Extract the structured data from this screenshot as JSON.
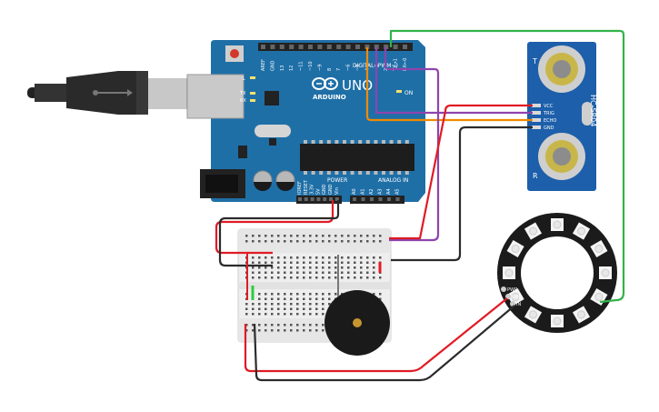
{
  "board": {
    "brand": "ARDUINO",
    "model": "UNO",
    "on_label": "ON",
    "header_digital": "DIGITAL (PWM~)",
    "header_power": "POWER",
    "header_analog": "ANALOG IN",
    "led_l": "L",
    "led_tx": "TX",
    "led_rx": "RX",
    "digital_pins": [
      "AREF",
      "GND",
      "13",
      "12",
      "~11",
      "~10",
      "~9",
      "8",
      "7",
      "~6",
      "~5",
      "4",
      "~3",
      "2",
      "TX→1",
      "RX←0"
    ],
    "power_pins": [
      "IOREF",
      "RESET",
      "3.3V",
      "5V",
      "GND",
      "GND",
      "Vin"
    ],
    "analog_pins": [
      "A0",
      "A1",
      "A2",
      "A3",
      "A4",
      "A5"
    ]
  },
  "sensor": {
    "name": "HC-SR04",
    "pins": [
      "VCC",
      "TRIG",
      "ECHO",
      "GND"
    ],
    "t_label": "T",
    "r_label": "R"
  },
  "ring": {
    "pins": [
      "PWR",
      "GND",
      "IN"
    ]
  },
  "colors": {
    "board": "#1f6fa7",
    "wire_red": "#e01b24",
    "wire_black": "#2b2b2b",
    "wire_orange": "#f08a00",
    "wire_purple": "#8e44ad",
    "wire_green": "#2ecc40"
  }
}
